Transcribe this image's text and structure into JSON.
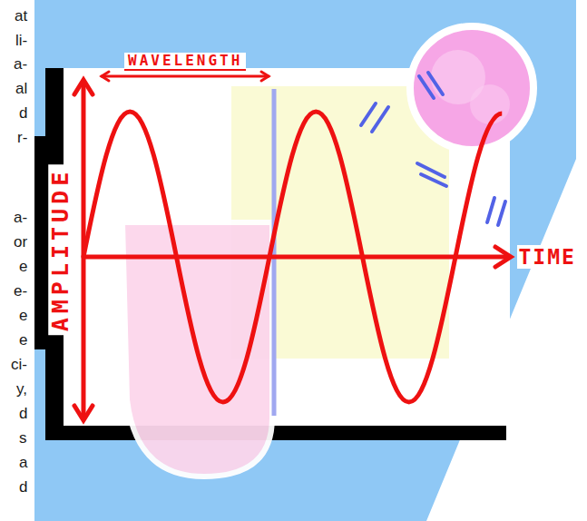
{
  "diagram": {
    "labels": [
      "at",
      "li-",
      "a-",
      "al",
      "d",
      "r-",
      "a-",
      "or",
      "e",
      "e-",
      "e",
      "e",
      "ci-",
      "y,",
      "d",
      "s",
      "a",
      "d",
      "WAVELENGTH",
      "AMPLITUDE",
      "TIME"
    ]
  }
}
